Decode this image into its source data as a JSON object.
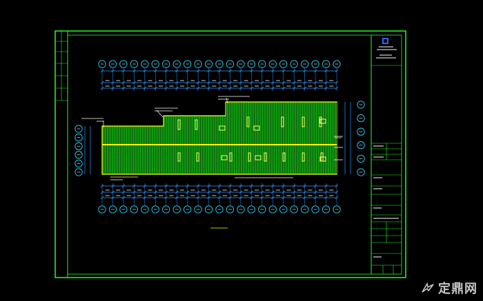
{
  "drawing": {
    "logo_text": "",
    "plan_title": "",
    "title_block_label": "",
    "title_block_bottom": "",
    "colors": {
      "frame": "#22ff22",
      "roof_fill": "#119911",
      "roof_ridge": "#ffff00",
      "dimension": "#3399ff",
      "grid_bubble": "#22d8ff",
      "annotation": "#ffffff",
      "skylight": "#ffff66",
      "background": "#000000"
    },
    "top_axis_count": 23,
    "bottom_axis_count": 23,
    "left_axis_count": 6,
    "right_axis_count": 6
  },
  "watermark": {
    "text": "定鼎网",
    "icon": "wing-logo-icon"
  }
}
